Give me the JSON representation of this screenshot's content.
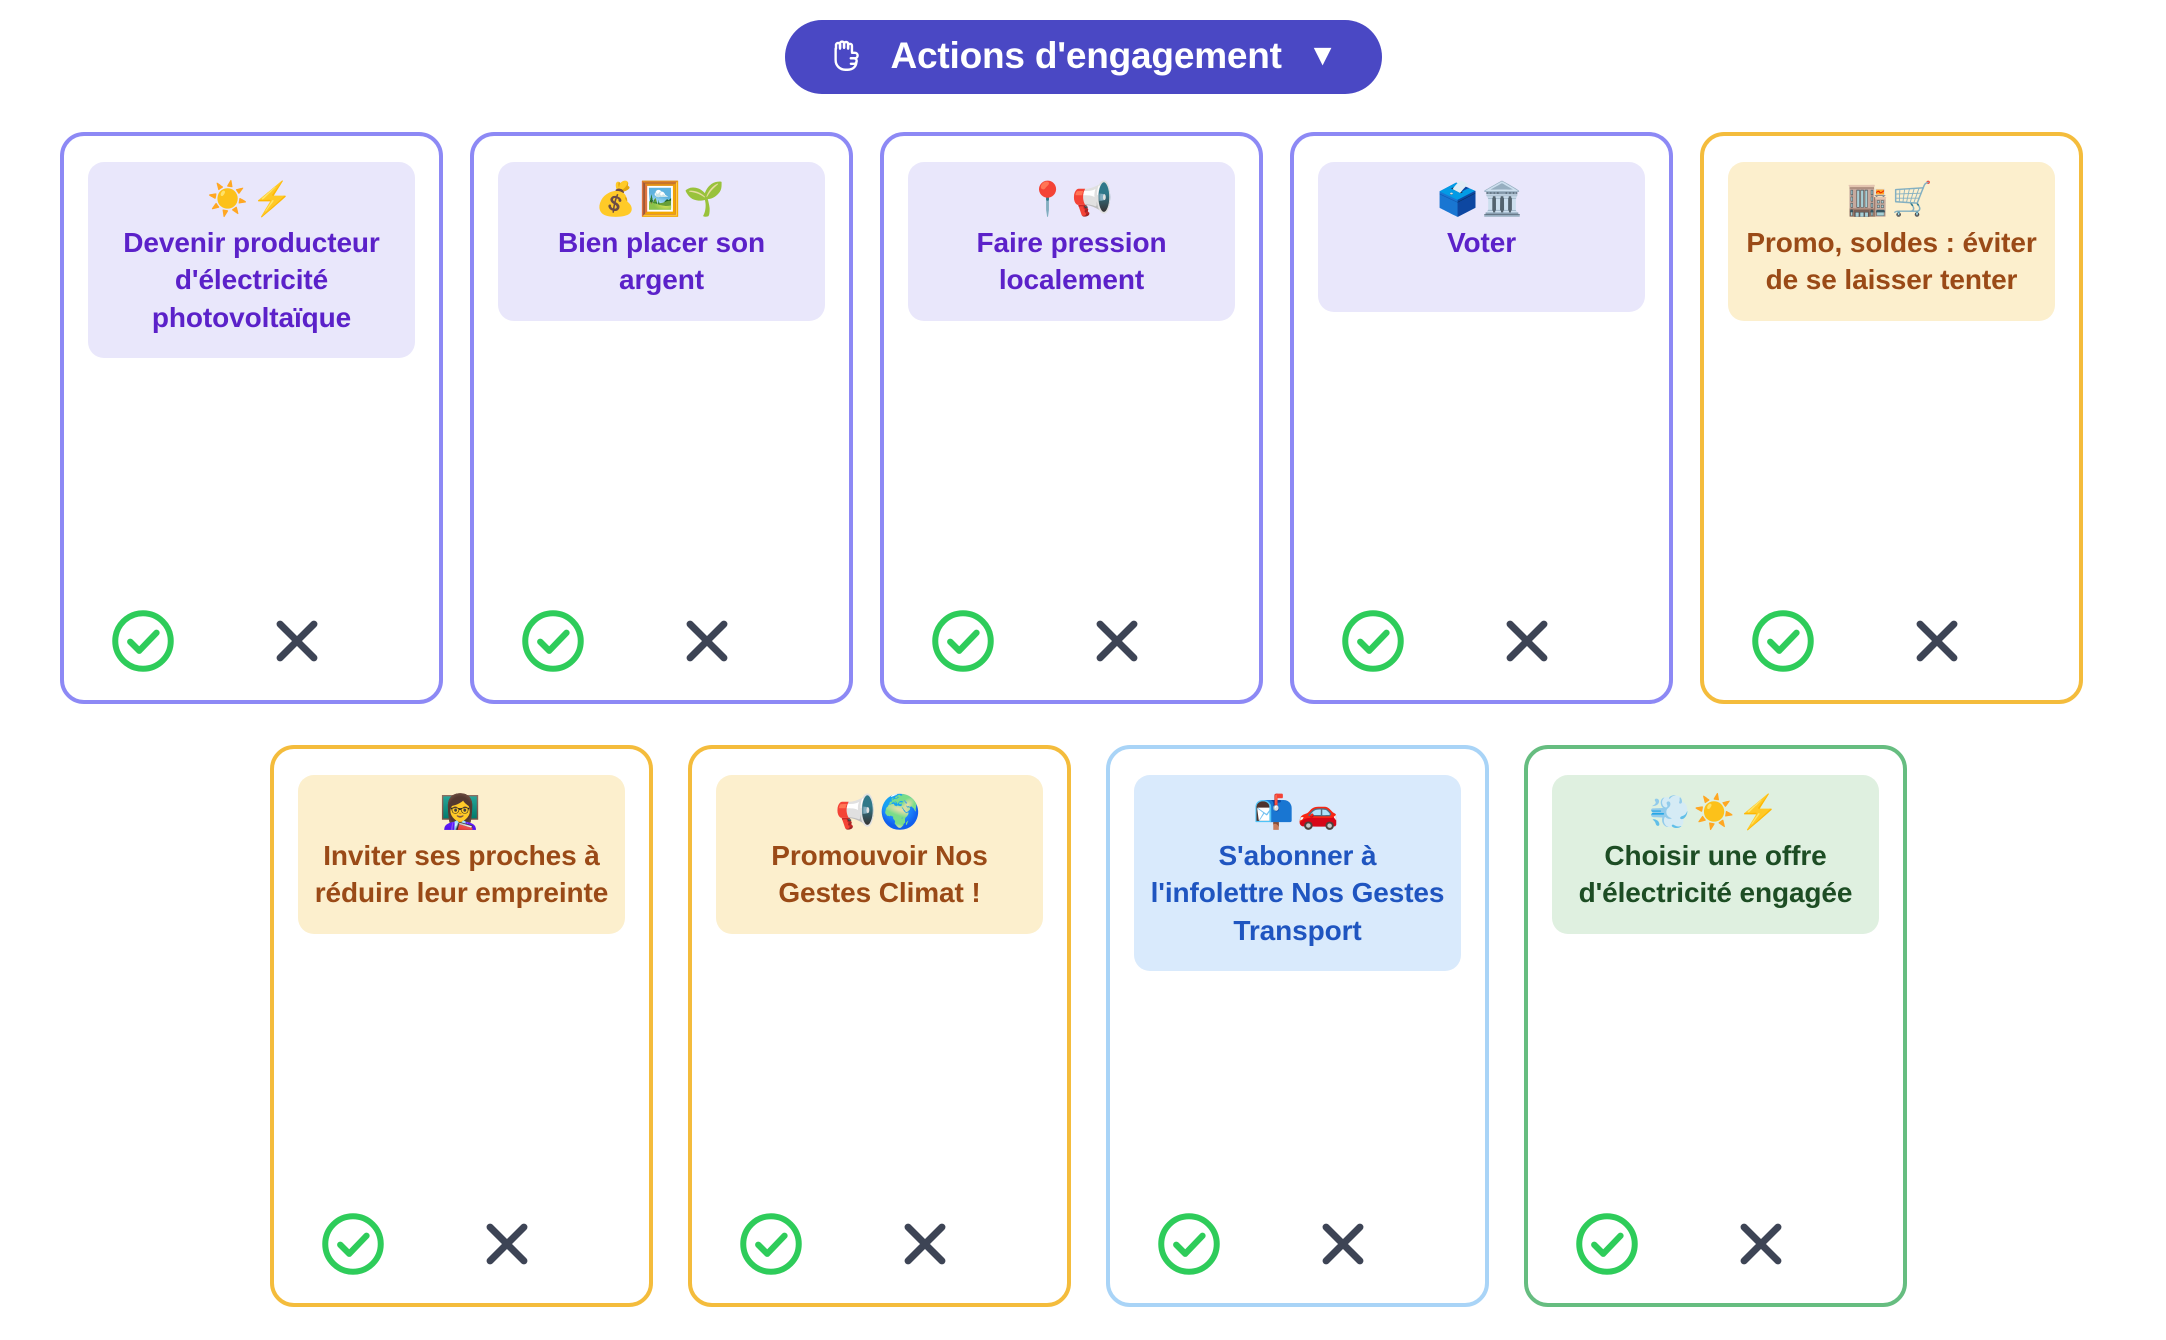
{
  "header": {
    "icon": "raised-fist-icon",
    "title": "Actions d'engagement",
    "caret": "▼"
  },
  "actions": {
    "accept_label": "✓",
    "reject_label": "✕",
    "accept_name": "accept-action-button",
    "reject_name": "reject-action-button"
  },
  "colors": {
    "header_background": "#4A48C4",
    "purple_border": "#8d89f5",
    "purple_banner": "#e9e7fb",
    "purple_text": "#5b21c9",
    "amber_border": "#f4bc3c",
    "amber_banner": "#fcefcd",
    "amber_text": "#9a4a17",
    "blue_border": "#a9d4f7",
    "blue_banner": "#d9eafc",
    "blue_text": "#1f55c0",
    "green_border": "#66bd80",
    "green_banner": "#dff0e0",
    "green_text": "#1d4d24",
    "accept_green": "#2ecc5a",
    "reject_slate": "#3d4455"
  },
  "rows": [
    {
      "cards": [
        {
          "theme": "purple",
          "emoji": "☀️⚡",
          "label": "Devenir producteur d'électricité photovoltaïque"
        },
        {
          "theme": "purple",
          "emoji": "💰🖼️🌱",
          "label": "Bien placer son argent"
        },
        {
          "theme": "purple",
          "emoji": "📍📢",
          "label": "Faire pression localement"
        },
        {
          "theme": "purple",
          "emoji": "🗳️🏛️",
          "label": "Voter"
        },
        {
          "theme": "amber",
          "emoji": "🏬🛒",
          "label": "Promo, soldes : éviter de se laisser tenter"
        }
      ]
    },
    {
      "cards": [
        {
          "theme": "amber",
          "emoji": "👩‍🏫",
          "label": "Inviter ses proches à réduire leur empreinte"
        },
        {
          "theme": "amber",
          "emoji": "📢🌍",
          "label": "Promouvoir Nos Gestes Climat !"
        },
        {
          "theme": "blue",
          "emoji": "📬🚗",
          "label": "S'abonner à l'infolettre Nos Gestes Transport"
        },
        {
          "theme": "green",
          "emoji": "💨☀️⚡",
          "label": "Choisir une offre d'électricité engagée"
        }
      ]
    }
  ]
}
